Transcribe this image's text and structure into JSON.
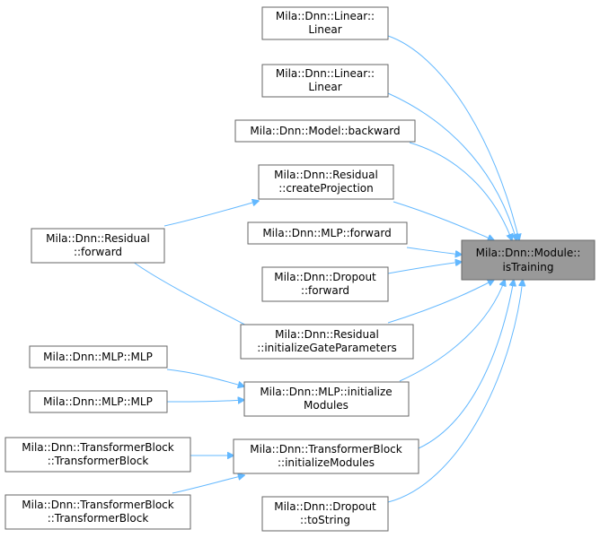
{
  "graph": {
    "target": {
      "id": "target",
      "lines": [
        "Mila::Dnn::Module::",
        "isTraining"
      ]
    },
    "nodes": [
      {
        "id": "n1",
        "lines": [
          "Mila::Dnn::Linear::",
          "Linear"
        ]
      },
      {
        "id": "n2",
        "lines": [
          "Mila::Dnn::Linear::",
          "Linear"
        ]
      },
      {
        "id": "n3",
        "lines": [
          "Mila::Dnn::Model::backward"
        ]
      },
      {
        "id": "n4",
        "lines": [
          "Mila::Dnn::Residual",
          "::createProjection"
        ]
      },
      {
        "id": "n5",
        "lines": [
          "Mila::Dnn::MLP::forward"
        ]
      },
      {
        "id": "n6",
        "lines": [
          "Mila::Dnn::Dropout",
          "::forward"
        ]
      },
      {
        "id": "n7",
        "lines": [
          "Mila::Dnn::Residual",
          "::initializeGateParameters"
        ]
      },
      {
        "id": "n8",
        "lines": [
          "Mila::Dnn::MLP::initialize",
          "Modules"
        ]
      },
      {
        "id": "n9",
        "lines": [
          "Mila::Dnn::TransformerBlock",
          "::initializeModules"
        ]
      },
      {
        "id": "n10",
        "lines": [
          "Mila::Dnn::Dropout",
          "::toString"
        ]
      },
      {
        "id": "n11",
        "lines": [
          "Mila::Dnn::Residual",
          "::forward"
        ]
      },
      {
        "id": "n12",
        "lines": [
          "Mila::Dnn::MLP::MLP"
        ]
      },
      {
        "id": "n13",
        "lines": [
          "Mila::Dnn::MLP::MLP"
        ]
      },
      {
        "id": "n14",
        "lines": [
          "Mila::Dnn::TransformerBlock",
          "::TransformerBlock"
        ]
      },
      {
        "id": "n15",
        "lines": [
          "Mila::Dnn::TransformerBlock",
          "::TransformerBlock"
        ]
      }
    ],
    "edges": [
      [
        "n1",
        "target"
      ],
      [
        "n2",
        "target"
      ],
      [
        "n3",
        "target"
      ],
      [
        "n4",
        "target"
      ],
      [
        "n5",
        "target"
      ],
      [
        "n6",
        "target"
      ],
      [
        "n7",
        "target"
      ],
      [
        "n8",
        "target"
      ],
      [
        "n9",
        "target"
      ],
      [
        "n10",
        "target"
      ],
      [
        "n11",
        "n4"
      ],
      [
        "n11",
        "n7"
      ],
      [
        "n12",
        "n8"
      ],
      [
        "n13",
        "n8"
      ],
      [
        "n14",
        "n9"
      ],
      [
        "n15",
        "n9"
      ]
    ],
    "colors": {
      "edge": "#63b8ff",
      "node_border": "#666666",
      "target_fill": "#999999"
    }
  }
}
